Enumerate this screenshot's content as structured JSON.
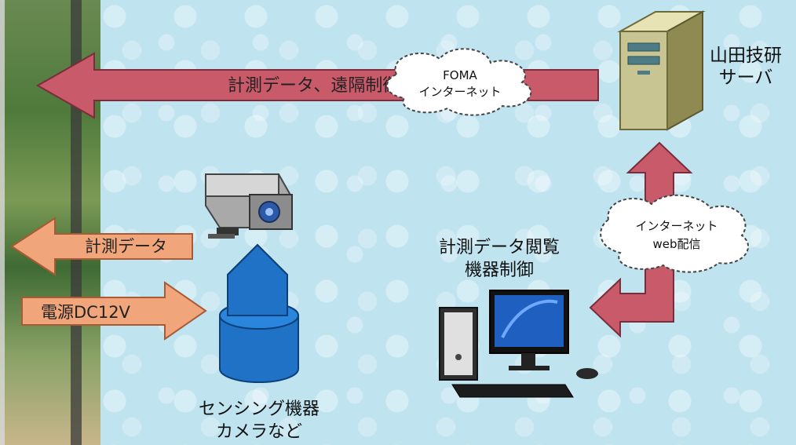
{
  "top_arrow": {
    "label": "計測データ、遠隔制御"
  },
  "cloud_foma": {
    "line1": "FOMA",
    "line2": "インターネット"
  },
  "server": {
    "line1": "山田技研",
    "line2": "サーバ"
  },
  "arrow_data": {
    "label": "計測データ"
  },
  "arrow_power": {
    "label": "電源DC12V"
  },
  "cloud_web": {
    "line1": "インターネット",
    "line2": "web配信"
  },
  "pc": {
    "line1": "計測データ閲覧",
    "line2": "機器制御"
  },
  "sensor": {
    "line1": "センシング機器",
    "line2": "カメラなど"
  }
}
